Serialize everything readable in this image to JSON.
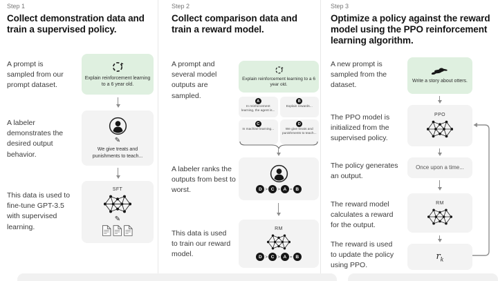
{
  "colors": {
    "green_box": "#dff0e0",
    "gray_box": "#f3f3f3",
    "node_black": "#161616"
  },
  "icons": {
    "pen_glyph": "✎"
  },
  "steps": [
    {
      "label": "Step 1",
      "heading": "Collect demonstration data and train a supervised policy.",
      "rows": [
        {
          "text": "A prompt is sampled from our prompt dataset.",
          "icon": "sample-refresh-icon",
          "caption": "Explain reinforcement learning to a 6 year old."
        },
        {
          "text": "A labeler demonstrates the desired output behavior.",
          "icon": "labeler-person-icon",
          "caption": "We give treats and punishments to teach..."
        },
        {
          "text": "This data is used to fine-tune GPT-3.5 with supervised learning.",
          "icon": "neural-network-icon",
          "model_label": "SFT"
        }
      ]
    },
    {
      "label": "Step 2",
      "heading": "Collect comparison data and train a reward model.",
      "rows": [
        {
          "text": "A prompt and several model outputs are sampled.",
          "icon": "sample-refresh-icon",
          "caption": "Explain reinforcement learning to a 6 year old."
        },
        {
          "text": "A labeler ranks the outputs from best to worst.",
          "icon": "labeler-person-icon"
        },
        {
          "text": "This data is used to train our reward model.",
          "icon": "neural-network-icon",
          "model_label": "RM"
        }
      ],
      "outputs": [
        {
          "letter": "A",
          "caption": "In reinforcement learning, the agent is..."
        },
        {
          "letter": "B",
          "caption": "Explain rewards..."
        },
        {
          "letter": "C",
          "caption": "In machine learning..."
        },
        {
          "letter": "D",
          "caption": "We give treats and punishments to teach..."
        }
      ],
      "ranking": {
        "letters": [
          "D",
          "C",
          "A",
          "B"
        ],
        "separators": [
          ">",
          ">",
          "="
        ]
      }
    },
    {
      "label": "Step 3",
      "heading": "Optimize a policy against the reward model using the PPO reinforcement learning algorithm.",
      "rows": [
        {
          "text": "A new prompt is sampled from the dataset.",
          "icon": "otter-icon",
          "caption": "Write a story about otters."
        },
        {
          "text": "The PPO model is initialized from the supervised policy.",
          "icon": "neural-network-icon",
          "model_label": "PPO"
        },
        {
          "text": "The policy generates an output.",
          "caption": "Once upon a time..."
        },
        {
          "text": "The reward model calculates a reward for the output.",
          "icon": "neural-network-icon",
          "model_label": "RM"
        },
        {
          "text": "The reward is used to update the policy using PPO.",
          "reward_symbol": "r",
          "reward_subscript": "k"
        }
      ]
    }
  ]
}
